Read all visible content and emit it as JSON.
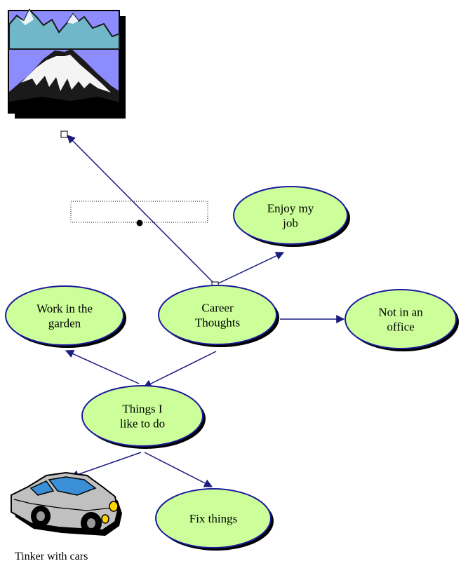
{
  "colors": {
    "node_fill": "#ccff99",
    "node_stroke": "#1a1a9c",
    "node_shadow": "#000000",
    "edge": "#1a1a80",
    "sky": "#8c8cff",
    "snow": "#f4f4f4",
    "rock": "#1a1a1a",
    "far_peak": "#6fb7c9",
    "car_body": "#c0c0c0",
    "car_window": "#3b8fd6",
    "car_light": "#ffd400"
  },
  "icons": {
    "mountain": "mountain-icon",
    "car": "car-icon"
  },
  "nodes": [
    {
      "id": "career",
      "lines": [
        "Career",
        "Thoughts"
      ]
    },
    {
      "id": "enjoy",
      "lines": [
        "Enjoy my",
        "job"
      ]
    },
    {
      "id": "office",
      "lines": [
        "Not in an",
        "office"
      ]
    },
    {
      "id": "garden",
      "lines": [
        "Work in the",
        "garden"
      ]
    },
    {
      "id": "things",
      "lines": [
        "Things I",
        "like to do"
      ]
    },
    {
      "id": "fix",
      "lines": [
        "Fix things"
      ]
    }
  ],
  "edges": [
    {
      "from": "career",
      "to": "enjoy"
    },
    {
      "from": "career",
      "to": "office"
    },
    {
      "from": "career",
      "to": "things"
    },
    {
      "from": "career",
      "to": "mountain"
    },
    {
      "from": "things",
      "to": "garden"
    },
    {
      "from": "things",
      "to": "car"
    },
    {
      "from": "things",
      "to": "fix"
    }
  ],
  "car_caption": "Tinker with cars"
}
